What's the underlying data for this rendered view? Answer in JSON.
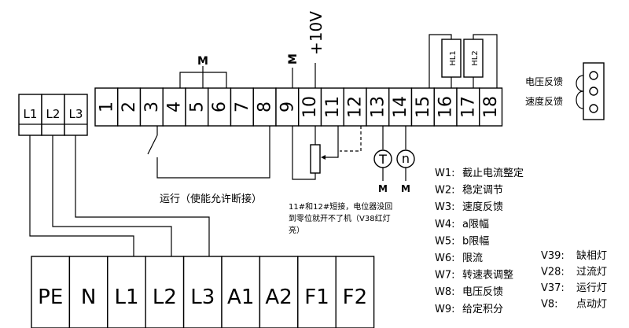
{
  "top_terminals": [
    "1",
    "2",
    "3",
    "4",
    "5",
    "6",
    "7",
    "8",
    "9",
    "10",
    "11",
    "12",
    "13",
    "14",
    "15",
    "16",
    "17",
    "18"
  ],
  "input_terminals": [
    "L1",
    "L2",
    "L3"
  ],
  "bottom_terminals": [
    "PE",
    "N",
    "L1",
    "L2",
    "L3",
    "A1",
    "A2",
    "F1",
    "F2"
  ],
  "wire_labels": {
    "m1": "M",
    "m2": "M",
    "plus10v": "+10V",
    "t_meter": "T",
    "n_meter": "n",
    "m_t": "M",
    "m_n": "M",
    "hl1": "HL1",
    "hl2": "HL2"
  },
  "run_note": "运行（使能允许断接）",
  "short_note": [
    "11#和12#短接，电位器没回",
    "到零位就开不了机（V38红灯",
    "亮）"
  ],
  "feedback_labels": [
    "电压反馈",
    "速度反馈"
  ],
  "pots": [
    {
      "code": "W1:",
      "desc": "截止电流整定"
    },
    {
      "code": "W2:",
      "desc": "稳定调节"
    },
    {
      "code": "W3:",
      "desc": "速度反馈"
    },
    {
      "code": "W4:",
      "desc": "a限幅"
    },
    {
      "code": "W5:",
      "desc": "b限幅"
    },
    {
      "code": "W6:",
      "desc": "限流"
    },
    {
      "code": "W7:",
      "desc": "转速表调整"
    },
    {
      "code": "W8:",
      "desc": "电压反馈"
    },
    {
      "code": "W9:",
      "desc": "给定积分"
    }
  ],
  "lamps": [
    {
      "code": "V39:",
      "desc": "缺相灯"
    },
    {
      "code": "V28:",
      "desc": "过流灯"
    },
    {
      "code": "V37:",
      "desc": "运行灯"
    },
    {
      "code": "V8:",
      "desc": "点动灯"
    }
  ]
}
